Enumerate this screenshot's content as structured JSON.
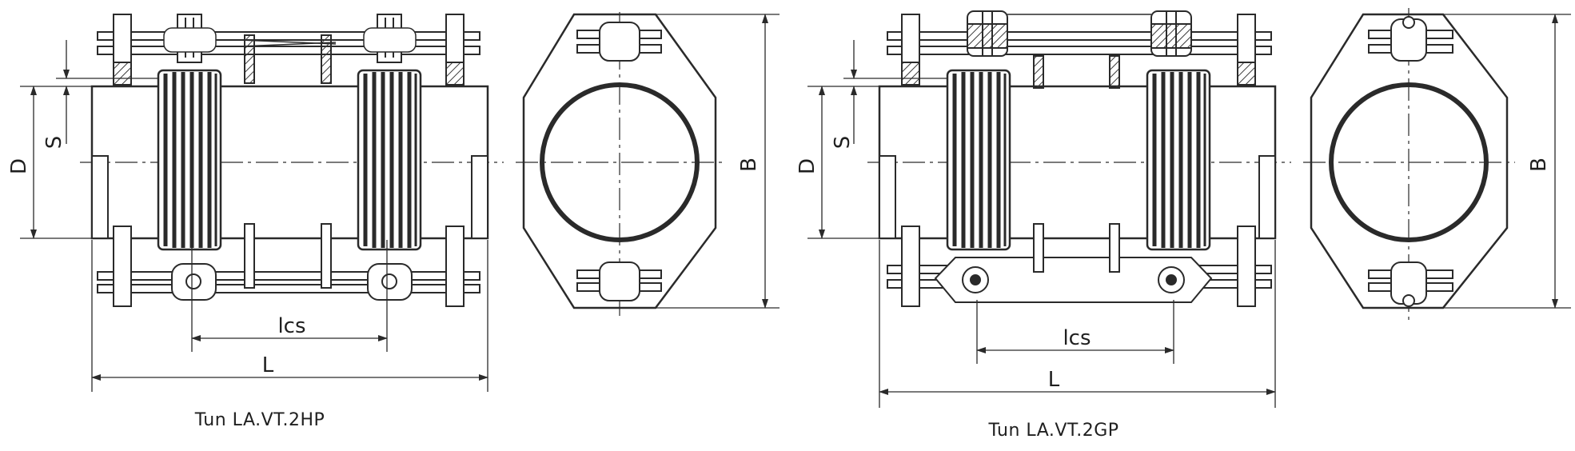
{
  "figure_left": {
    "caption": "Tun LA.VT.2HP",
    "dim_D": "D",
    "dim_S": "S",
    "dim_lcs": "lcs",
    "dim_L": "L",
    "dim_B": "B"
  },
  "figure_right": {
    "caption": "Tun LA.VT.2GP",
    "dim_D": "D",
    "dim_S": "S",
    "dim_lcs": "lcs",
    "dim_L": "L",
    "dim_B": "B"
  },
  "colors": {
    "line": "#2a2a2a",
    "hatch": "#3a3a3a",
    "background": "#ffffff"
  }
}
